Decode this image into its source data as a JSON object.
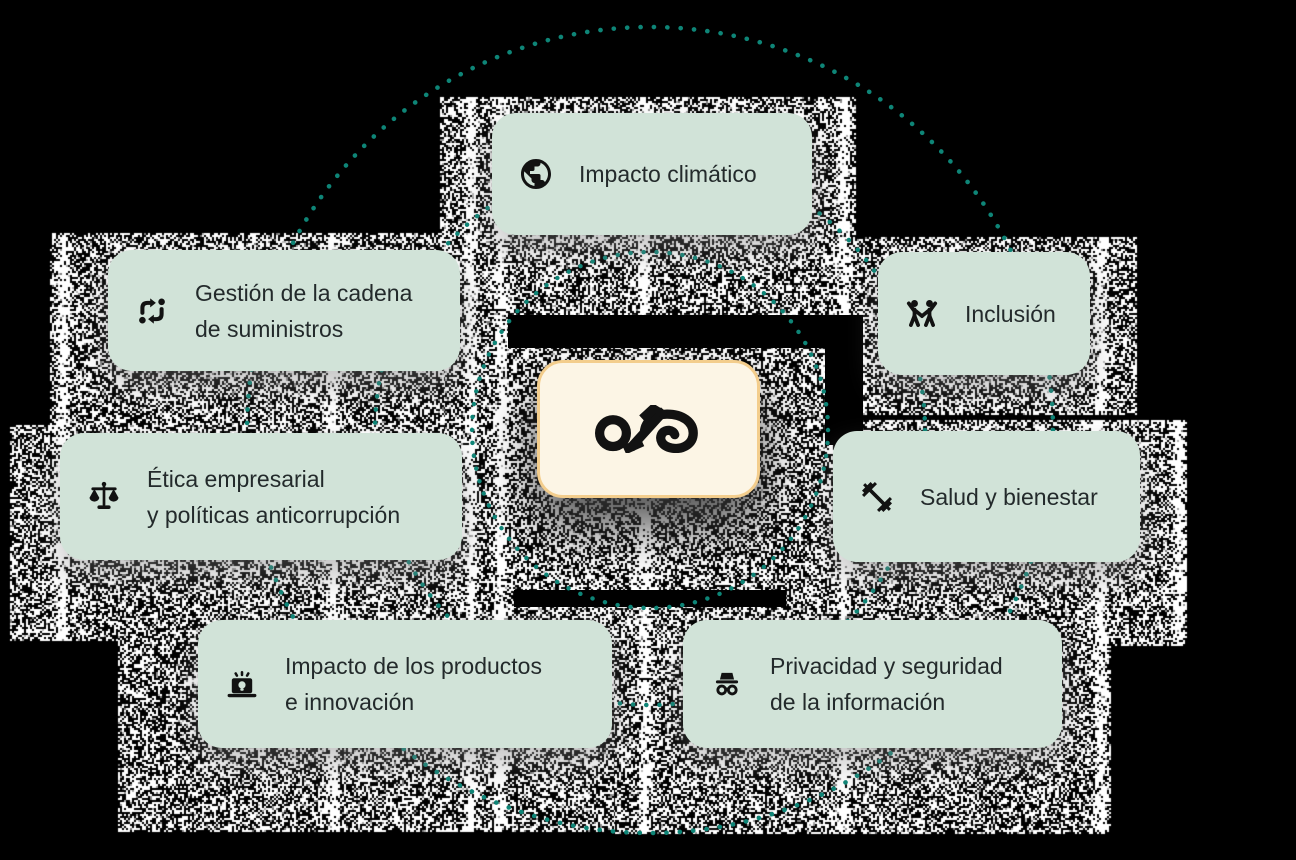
{
  "diagram": {
    "title_hint": "ESG materiality wheel",
    "colors": {
      "background": "#000000",
      "card_bg": "#D1E3D8",
      "center_bg": "#FCF5E5",
      "center_border": "#F3CD8C",
      "dotted_circle": "#0E8577",
      "text": "#232A2B",
      "icon": "#121212"
    },
    "center": {
      "logo": "infinity-loop-logo"
    },
    "cards": [
      {
        "id": "impacto-climatico",
        "icon": "globe-icon",
        "line1": "Impacto climático",
        "line2": ""
      },
      {
        "id": "gestion-cadena",
        "icon": "supply-chain-cycle-icon",
        "line1": "Gestión de la cadena",
        "line2": "de suministros"
      },
      {
        "id": "inclusion",
        "icon": "people-inclusion-icon",
        "line1": "Inclusión",
        "line2": ""
      },
      {
        "id": "etica-empresarial",
        "icon": "balance-scale-icon",
        "line1": "Ética empresarial",
        "line2": "y políticas anticorrupción"
      },
      {
        "id": "salud-bienestar",
        "icon": "dumbbell-icon",
        "line1": "Salud y bienestar",
        "line2": ""
      },
      {
        "id": "impacto-productos",
        "icon": "laptop-lightbulb-icon",
        "line1": "Impacto de los productos",
        "line2": "e innovación"
      },
      {
        "id": "privacidad-seguridad",
        "icon": "incognito-icon",
        "line1": "Privacidad y seguridad",
        "line2": "de la información"
      }
    ]
  }
}
